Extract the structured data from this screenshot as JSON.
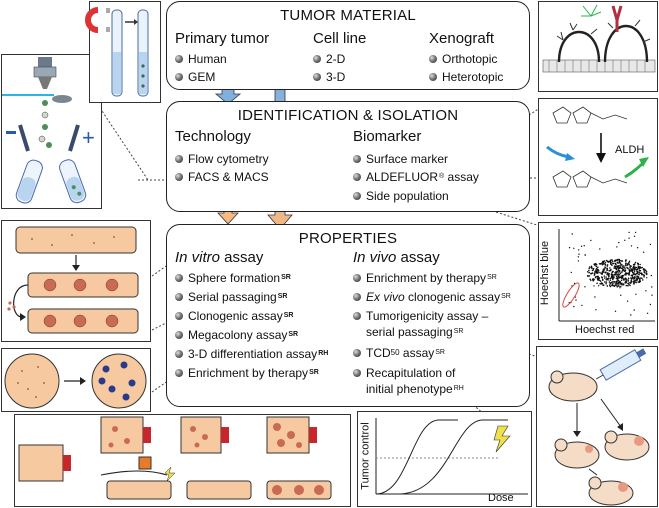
{
  "tumor_material": {
    "title": "TUMOR MATERIAL",
    "primary": {
      "heading": "Primary tumor",
      "items": [
        "Human",
        "GEM"
      ]
    },
    "cell_line": {
      "heading": "Cell line",
      "items": [
        "2-D",
        "3-D"
      ]
    },
    "xenograft": {
      "heading": "Xenograft",
      "items": [
        "Orthotopic",
        "Heterotopic"
      ]
    }
  },
  "identification": {
    "title": "IDENTIFICATION & ISOLATION",
    "technology": {
      "heading": "Technology",
      "items": [
        "Flow cytometry",
        "FACS & MACS"
      ]
    },
    "biomarker": {
      "heading": "Biomarker",
      "items": [
        "Surface marker",
        "ALDEFLUOR",
        "®",
        " assay",
        "Side population"
      ]
    }
  },
  "properties": {
    "title": "PROPERTIES",
    "in_vitro": {
      "heading_em": "In vitro",
      "heading_rest": " assay",
      "items": [
        {
          "text": "Sphere formation",
          "sup": "SR"
        },
        {
          "text": "Serial passaging",
          "sup": "SR"
        },
        {
          "text": "Clonogenic assay",
          "sup": "SR"
        },
        {
          "text": "Megacolony assay",
          "sup": "SR"
        },
        {
          "text": "3-D differentiation assay",
          "sup": "RH"
        },
        {
          "text": "Enrichment by therapy",
          "sup": "SR"
        }
      ]
    },
    "in_vivo": {
      "heading_em": "In vivo",
      "heading_rest": " assay",
      "items": [
        {
          "text": "Enrichment by therapy",
          "sup": "SR"
        },
        {
          "em": "Ex vivo",
          "text": " clonogenic assay",
          "sup": "SR"
        },
        {
          "text": "Tumorigenicity assay –",
          "line2": "serial passaging",
          "sup": "SR"
        },
        {
          "text": "TCD",
          "sub": "50",
          "text2": " assay",
          "sup": "SR"
        },
        {
          "text": "Recapitulation of",
          "line2": "initial phenotype",
          "sup": "RH"
        }
      ]
    }
  },
  "side_labels": {
    "aldh": "ALDH",
    "hoechst_blue": "Hoechst blue",
    "hoechst_red": "Hoechst red",
    "tumor_control": "Tumor control",
    "dose": "Dose",
    "minus": "–",
    "plus": "+"
  },
  "colors": {
    "arrow_blue": "#7fb0e0",
    "arrow_orange": "#f6b97e",
    "dish": "#f7c9a0",
    "spheroid": "#c96a55"
  }
}
